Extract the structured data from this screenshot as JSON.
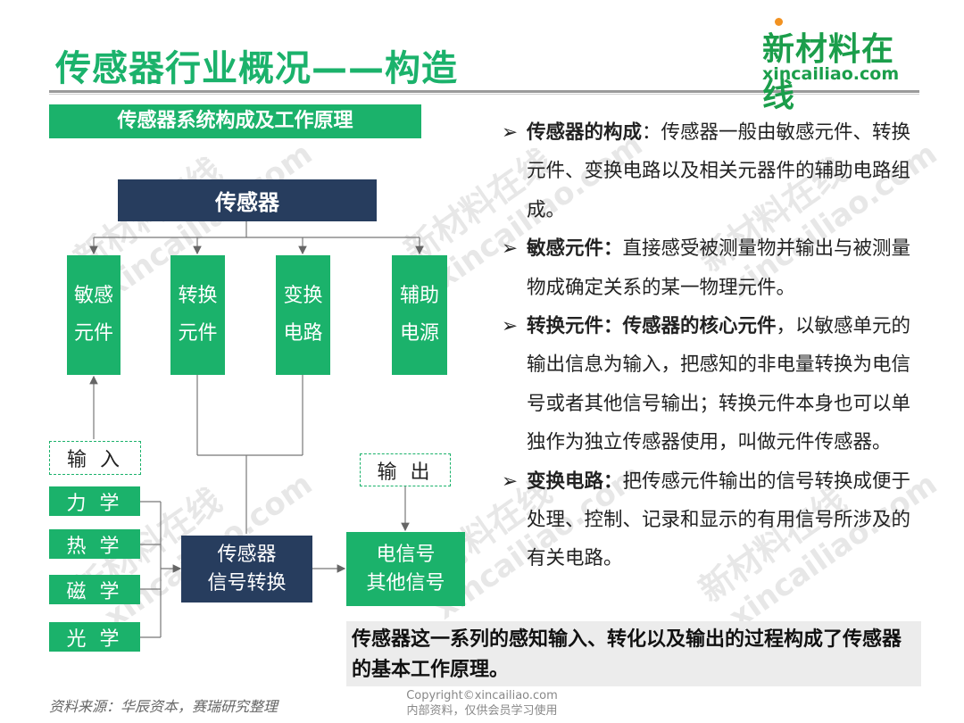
{
  "header": {
    "title": "传感器行业概况——构造",
    "logo_cn": "新材料在线",
    "logo_en": "xincailiao.com"
  },
  "diagram": {
    "section_title": "传感器系统构成及工作原理",
    "sensor": "传感器",
    "components": [
      {
        "line1": "敏感",
        "line2": "元件"
      },
      {
        "line1": "转换",
        "line2": "元件"
      },
      {
        "line1": "变换",
        "line2": "电路"
      },
      {
        "line1": "辅助",
        "line2": "电源"
      }
    ],
    "input_label": "输 入",
    "inputs": [
      "力 学",
      "热 学",
      "磁 学",
      "光 学"
    ],
    "converter": {
      "line1": "传感器",
      "line2": "信号转换"
    },
    "output_label": "输 出",
    "output": {
      "line1": "电信号",
      "line2": "其他信号"
    }
  },
  "bullets": [
    {
      "arrow": "➢",
      "term": "传感器的构成",
      "text": "：传感器一般由敏感元件、转换元件、变换电路以及相关元器件的辅助电路组成。"
    },
    {
      "arrow": "➢",
      "term": "敏感元件：",
      "text": "直接感受被测量物并输出与被测量物成确定关系的某一物理元件。"
    },
    {
      "arrow": "➢",
      "term": "转换元件：传感器的核心元件",
      "text": "，以敏感单元的输出信息为输入，把感知的非电量转换为电信号或者其他信号输出；转换元件本身也可以单独作为独立传感器使用，叫做元件传感器。"
    },
    {
      "arrow": "➢",
      "term": "变换电路：",
      "text": "把传感元件输出的信号转换成便于处理、控制、记录和显示的有用信号所涉及的有关电路。"
    }
  ],
  "summary": "传感器这一系列的感知输入、转化以及输出的过程构成了传感器的基本工作原理。",
  "footer": {
    "source": "资料来源：华辰资本，赛瑞研究整理",
    "copyright_line1": "Copyright©xincailiao.com",
    "copyright_line2": "内部资料，仅供会员学习使用"
  },
  "watermark": {
    "cn": "新材料在线",
    "en": "xincailiao.com"
  },
  "colors": {
    "green": "#1bb26b",
    "navy": "#273d5e",
    "title_green": "#1bb26b",
    "logo_green": "#1b9e4b",
    "summary_bg": "#ececec"
  }
}
